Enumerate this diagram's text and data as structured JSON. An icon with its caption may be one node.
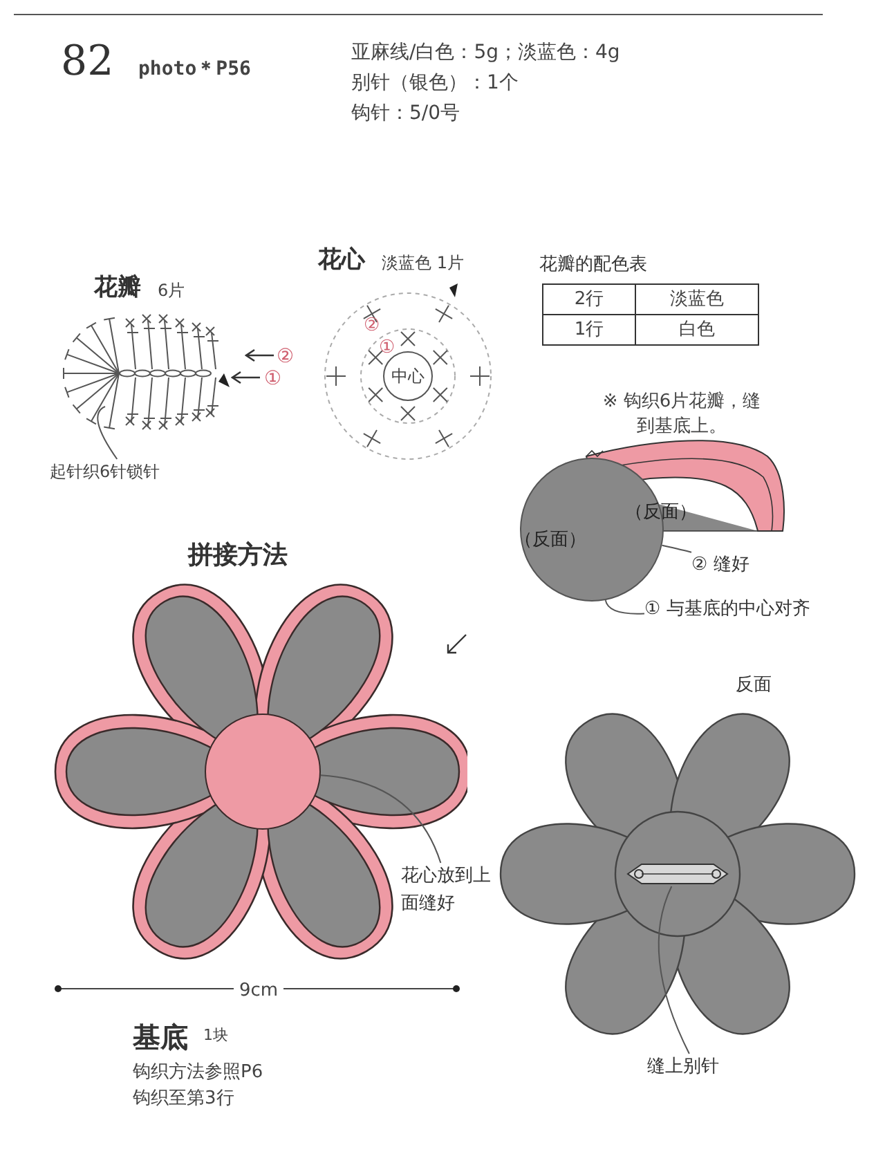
{
  "diagram": {
    "nodes": [
      {
        "text": [
          "起针织6针锁针"
        ]
      },
      {
        "text": [
          "中心"
        ]
      },
      {
        "text": [],
        "shape": "circle"
      },
      {
        "text": [
          "② 缝好"
        ]
      },
      {
        "text": [
          "① 与基底的中心对齐"
        ]
      },
      {
        "text": [],
        "shape": "circle"
      },
      {
        "text": [
          "花心放到上面缝好"
        ]
      },
      {
        "text": [],
        "shape": "picture"
      },
      {
        "text": [
          "缝上别针"
        ]
      }
    ],
    "edges": [
      {
        "from": 0,
        "to": null,
        "arrow": "none"
      },
      {
        "from": 3,
        "to": 2,
        "arrow": "none"
      },
      {
        "from": 4,
        "to": 2,
        "arrow": "none"
      },
      {
        "from": 6,
        "to": 5,
        "arrow": "none"
      },
      {
        "from": 8,
        "to": 7,
        "arrow": "none"
      }
    ],
    "labels": [
      "82",
      "photo＊P56",
      "亚麻线/白色：5g；淡蓝色：4g",
      "别针（银色）：1个",
      "钩针：5/0号",
      "花瓣",
      "6片",
      "②",
      "①",
      "花心",
      "淡蓝色 1片",
      "②",
      "①",
      "花瓣的配色表",
      "2行",
      "淡蓝色",
      "1行",
      "白色",
      "※ 钩织6片花瓣，缝到基底上。",
      "（反面）",
      "（反面）",
      "拼接方法",
      "反面",
      "9cm",
      "基底",
      "1块",
      "钩织方法参照P6",
      "钩织至第3行"
    ]
  }
}
